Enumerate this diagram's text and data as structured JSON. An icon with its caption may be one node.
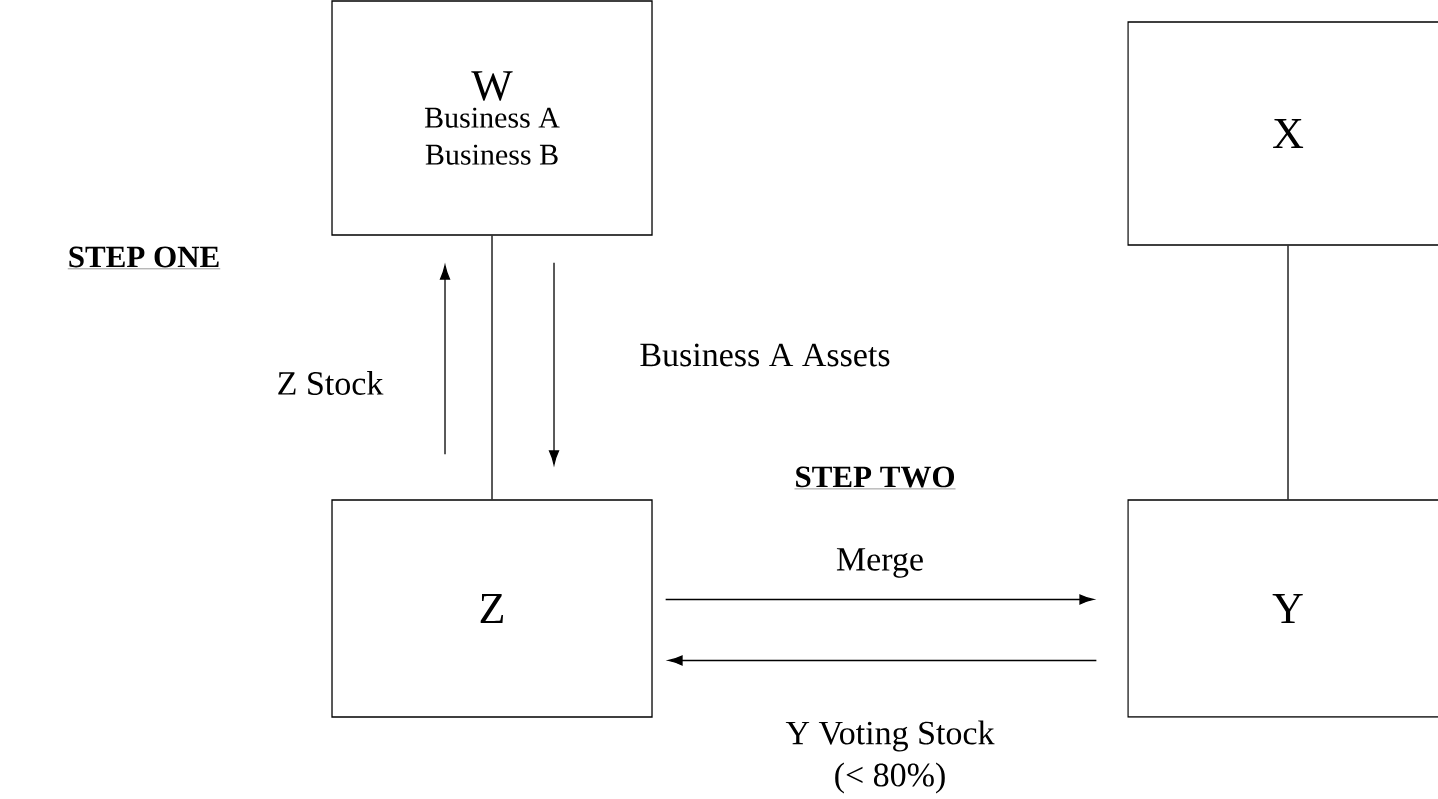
{
  "diagram": {
    "nodes": [
      {
        "text": [
          "W",
          "Business A Business B"
        ]
      },
      {
        "text": [
          "X"
        ]
      },
      {
        "text": [
          "Z"
        ]
      },
      {
        "text": [
          "Y"
        ]
      }
    ],
    "edges": [
      {
        "from": 0,
        "to": 2,
        "arrow": "none"
      },
      {
        "from": 2,
        "to": 0,
        "arrow": "to",
        "label": "Z Stock"
      },
      {
        "from": 0,
        "to": 2,
        "arrow": "to",
        "label": "Business A Assets"
      },
      {
        "from": 1,
        "to": 3,
        "arrow": "none"
      },
      {
        "from": 2,
        "to": 3,
        "arrow": "to",
        "label": "Merge"
      },
      {
        "from": 3,
        "to": 2,
        "arrow": "to",
        "label": "Y Voting Stock (< 80%)"
      }
    ],
    "labels": [
      "STEP ONE",
      "STEP TWO"
    ]
  }
}
